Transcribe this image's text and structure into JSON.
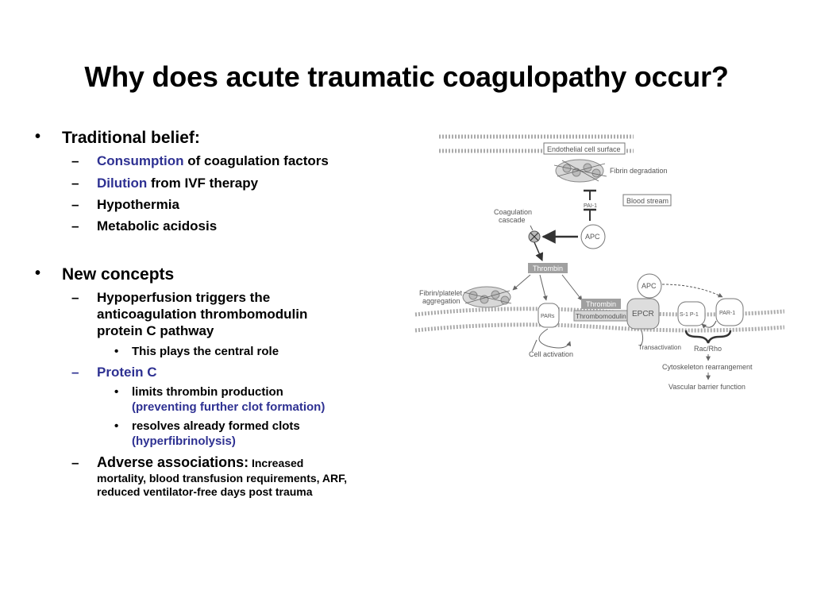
{
  "slide": {
    "title": "Why does acute traumatic coagulopathy occur?"
  },
  "bullets": {
    "traditional": {
      "heading": "Traditional belief:",
      "items": [
        {
          "highlight": "Consumption",
          "rest": " of coagulation factors"
        },
        {
          "highlight": "Dilution",
          "rest": " from IVF therapy"
        },
        {
          "text": "Hypothermia"
        },
        {
          "text": "Metabolic acidosis"
        }
      ]
    },
    "new_concepts": {
      "heading": "New concepts",
      "hypoperfusion": {
        "line1": "Hypoperfusion triggers the",
        "line2": "anticoagulation thrombomodulin",
        "line3": "protein C pathway",
        "sub": "This plays the central role"
      },
      "protein_c": {
        "heading": "Protein C",
        "sub1_main": "limits thrombin production",
        "sub1_detail": "(preventing further clot formation)",
        "sub2_main": "resolves already formed clots",
        "sub2_detail": "(hyperfibrinolysis)"
      },
      "adverse": {
        "label": "Adverse associations:",
        "inline": " Increased",
        "line2": "mortality, blood transfusion requirements, ARF,",
        "line3": "reduced ventilator-free days post trauma"
      }
    }
  },
  "markers": {
    "bullet": "•",
    "dash": "–"
  },
  "diagram": {
    "endothelial": "Endothelial cell surface",
    "fibrin_degradation": "Fibrin degradation",
    "pai1": "PAI-1",
    "blood_stream": "Blood stream",
    "coag_line1": "Coagulation",
    "coag_line2": "cascade",
    "apc": "APC",
    "thrombin": "Thrombin",
    "fibrin_line1": "Fibrin/platelet",
    "fibrin_line2": "aggregation",
    "pars": "PARs",
    "thrombomodulin": "Thrombomodulin",
    "epcr": "EPCR",
    "s1p1": "S-1 P-1",
    "par1": "PAR-1",
    "transactivation": "Transactivation",
    "rac_rho": "Rac/Rho",
    "cell_activation": "Cell activation",
    "cytoskeleton": "Cytoskeleton rearrangement",
    "vascular": "Vascular barrier function"
  },
  "colors": {
    "accent_blue": "#2e3192",
    "diagram_gray": "#9a9a9a"
  }
}
